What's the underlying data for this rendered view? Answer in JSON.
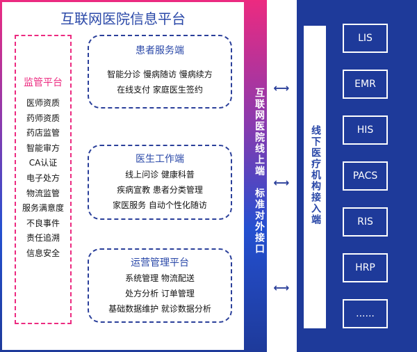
{
  "title": "互联网医院信息平台",
  "supervision": {
    "heading": "监管平台",
    "items": [
      "医师资质",
      "药师资质",
      "药店监管",
      "智能审方",
      "CA认证",
      "电子处方",
      "物流监管",
      "服务满意度",
      "不良事件",
      "责任追溯",
      "信息安全"
    ]
  },
  "patient": {
    "heading": "患者服务端",
    "lines": [
      "智能分诊 慢病随访 慢病续方",
      "在线支付 家庭医生签约"
    ]
  },
  "doctor": {
    "heading": "医生工作端",
    "lines": [
      "线上问诊 健康科普",
      "疾病宣教 患者分类管理",
      "家医服务 自动个性化随访"
    ]
  },
  "ops": {
    "heading": "运营管理平台",
    "lines": [
      "系统管理 物流配送",
      "处方分析 订单管理",
      "基础数据维护 就诊数据分析"
    ]
  },
  "interface_bar": "互联网医院线上端　标准对外接口",
  "arrow": "⟷",
  "offline_column": "线下医疗机构接入端",
  "systems": [
    "LIS",
    "EMR",
    "HIS",
    "PACS",
    "RIS",
    "HRP",
    "......"
  ],
  "colors": {
    "brand_blue": "#1e3a9a",
    "pink": "#ec2a80"
  }
}
